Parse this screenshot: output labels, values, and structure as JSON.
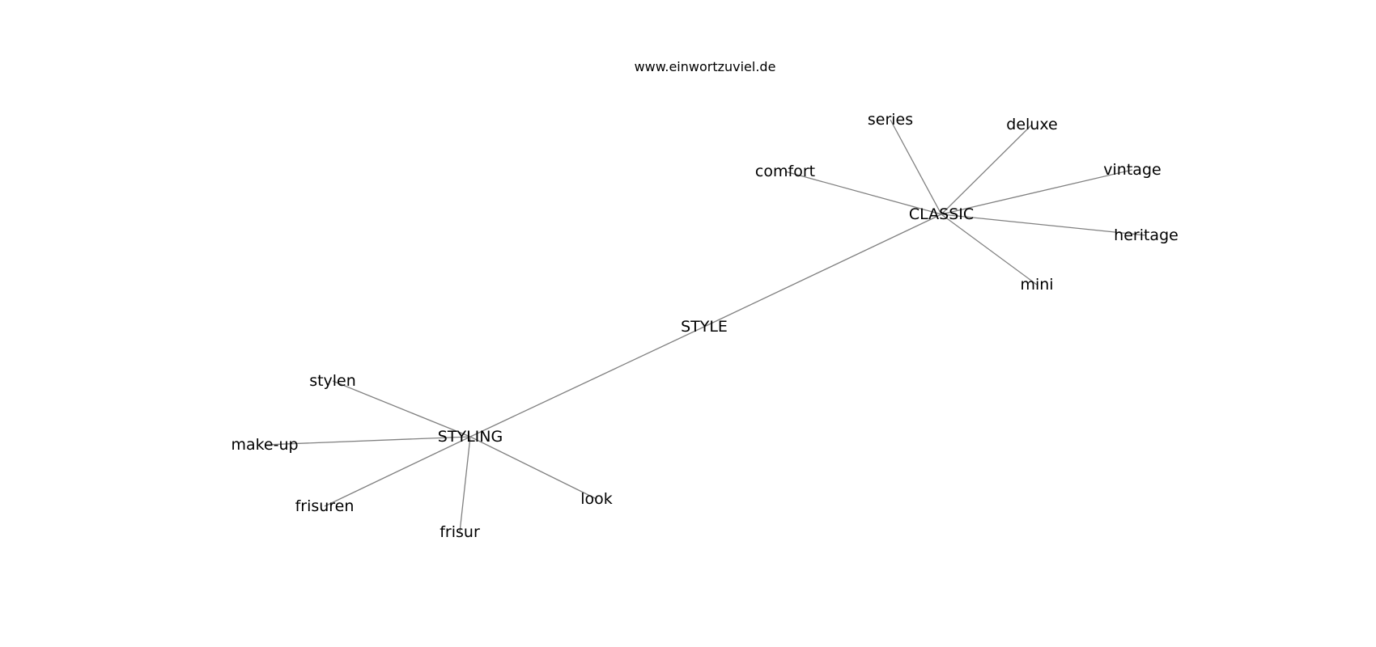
{
  "header": {
    "site": "www.einwortzuviel.de"
  },
  "graph": {
    "edge_color": "#808080",
    "label_color": "#000000",
    "nodes": [
      {
        "id": "style",
        "label": "STYLE"
      },
      {
        "id": "classic",
        "label": "CLASSIC"
      },
      {
        "id": "styling",
        "label": "STYLING"
      },
      {
        "id": "series",
        "label": "series"
      },
      {
        "id": "deluxe",
        "label": "deluxe"
      },
      {
        "id": "comfort",
        "label": "comfort"
      },
      {
        "id": "vintage",
        "label": "vintage"
      },
      {
        "id": "heritage",
        "label": "heritage"
      },
      {
        "id": "mini",
        "label": "mini"
      },
      {
        "id": "stylen",
        "label": "stylen"
      },
      {
        "id": "make-up",
        "label": "make-up"
      },
      {
        "id": "frisuren",
        "label": "frisuren"
      },
      {
        "id": "frisur",
        "label": "frisur"
      },
      {
        "id": "look",
        "label": "look"
      }
    ],
    "edges": [
      [
        "style",
        "classic"
      ],
      [
        "style",
        "styling"
      ],
      [
        "classic",
        "series"
      ],
      [
        "classic",
        "deluxe"
      ],
      [
        "classic",
        "comfort"
      ],
      [
        "classic",
        "vintage"
      ],
      [
        "classic",
        "heritage"
      ],
      [
        "classic",
        "mini"
      ],
      [
        "styling",
        "stylen"
      ],
      [
        "styling",
        "make-up"
      ],
      [
        "styling",
        "frisuren"
      ],
      [
        "styling",
        "frisur"
      ],
      [
        "styling",
        "look"
      ]
    ]
  }
}
